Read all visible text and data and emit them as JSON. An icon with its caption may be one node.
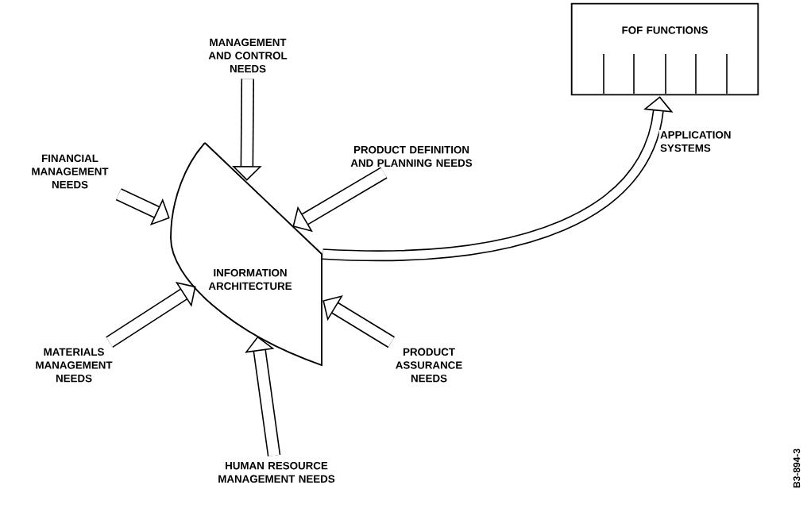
{
  "diagram": {
    "nodes": [
      {
        "text": [
          "INFORMATION ARCHITECTURE"
        ]
      },
      {
        "text": [
          "FOF FUNCTIONS"
        ]
      },
      {
        "text": [
          "MANAGEMENT AND CONTROL NEEDS"
        ]
      },
      {
        "text": [
          "PRODUCT DEFINITION AND PLANNING NEEDS"
        ]
      },
      {
        "text": [
          "FINANCIAL MANAGEMENT NEEDS"
        ]
      },
      {
        "text": [
          "MATERIALS MANAGEMENT NEEDS"
        ]
      },
      {
        "text": [
          "PRODUCT ASSURANCE NEEDS"
        ]
      },
      {
        "text": [
          "HUMAN RESOURCE MANAGEMENT NEEDS"
        ]
      }
    ],
    "edges": [
      {
        "from": 2,
        "to": 0,
        "arrow": "to"
      },
      {
        "from": 3,
        "to": 0,
        "arrow": "to"
      },
      {
        "from": 4,
        "to": 0,
        "arrow": "to"
      },
      {
        "from": 5,
        "to": 0,
        "arrow": "to"
      },
      {
        "from": 6,
        "to": 0,
        "arrow": "to"
      },
      {
        "from": 7,
        "to": 0,
        "arrow": "to"
      },
      {
        "from": 0,
        "to": 1,
        "arrow": "to",
        "label": "APPLICATION SYSTEMS"
      }
    ],
    "labels": [
      "B3-894-3"
    ]
  }
}
